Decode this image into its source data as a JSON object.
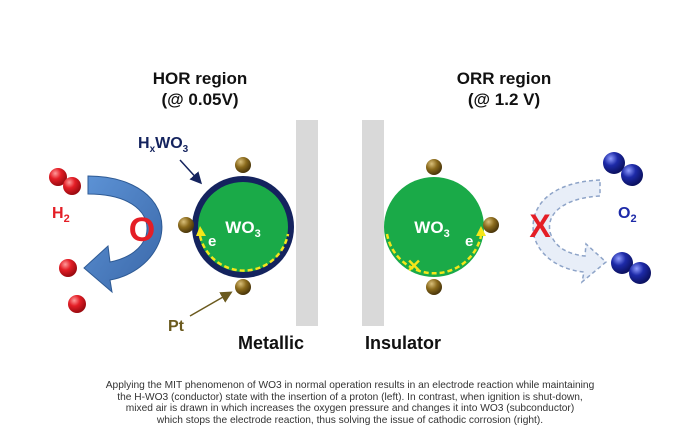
{
  "hor": {
    "title": "HOR region",
    "potential": "(@ 0.05V)",
    "state_label": "Metallic",
    "hxwo3_label": {
      "base": "H",
      "sub1": "x",
      "mid": "WO",
      "sub2": "3"
    },
    "h2_label": {
      "base": "H",
      "sub": "2"
    },
    "pt_label": "Pt",
    "core_label": {
      "base": "WO",
      "sub": "3"
    },
    "electron_label": "e",
    "reaction_mark": "O"
  },
  "orr": {
    "title": "ORR region",
    "potential": "(@ 1.2 V)",
    "state_label": "Insulator",
    "o2_label": {
      "base": "O",
      "sub": "2"
    },
    "core_label": {
      "base": "WO",
      "sub": "3"
    },
    "electron_label": "e",
    "reaction_mark": "X"
  },
  "caption": [
    "Applying the MIT phenomenon of WO3 in normal operation results in an electrode reaction while maintaining",
    "the H-WO3 (conductor) state with the insertion of a proton (left). In contrast, when ignition is shut-down,",
    "mixed air is drawn in which increases the oxygen pressure and changes it into WO3 (subconductor)",
    "which stops the electrode reaction, thus solving the issue of cathodic corrosion (right)."
  ],
  "colors": {
    "wo3_green": "#1aaa48",
    "hxwo3_shell": "#14235e",
    "pt_particle": "#8a6a1c",
    "hydrogen_red": "#e41e26",
    "oxygen_blue": "#1d2aa8",
    "arrow_blue": "#4a7ec0",
    "electron_yellow": "#f5e61a",
    "electrode_gray": "#d9d9d9"
  }
}
